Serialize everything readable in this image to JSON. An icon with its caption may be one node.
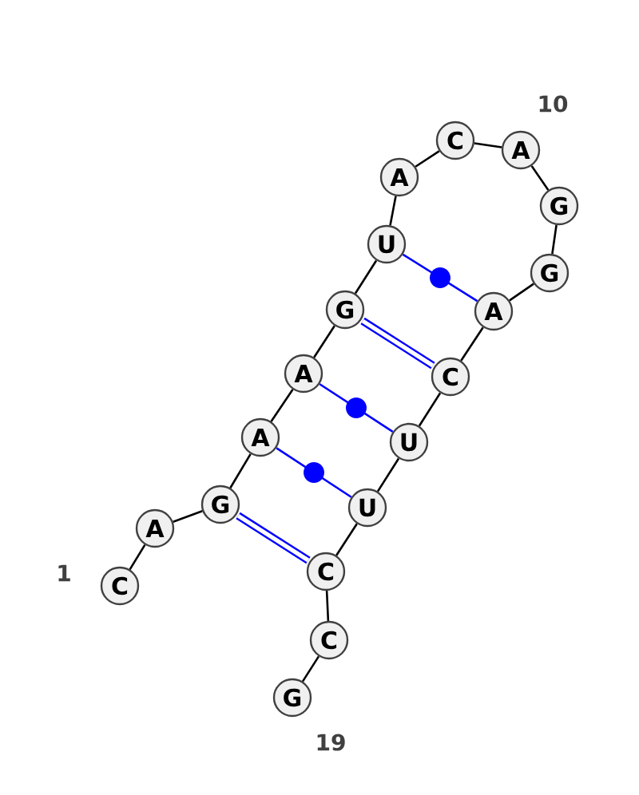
{
  "diagram": {
    "nodes": [
      {
        "text": [
          "C"
        ]
      },
      {
        "text": [
          "A"
        ]
      },
      {
        "text": [
          "G"
        ]
      },
      {
        "text": [
          "A"
        ]
      },
      {
        "text": [
          "A"
        ]
      },
      {
        "text": [
          "G"
        ]
      },
      {
        "text": [
          "U"
        ]
      },
      {
        "text": [
          "A"
        ]
      },
      {
        "text": [
          "C"
        ]
      },
      {
        "text": [
          "A"
        ]
      },
      {
        "text": [
          "G"
        ]
      },
      {
        "text": [
          "G"
        ]
      },
      {
        "text": [
          "A"
        ]
      },
      {
        "text": [
          "C"
        ]
      },
      {
        "text": [
          "U"
        ]
      },
      {
        "text": [
          "U"
        ]
      },
      {
        "text": [
          "C"
        ]
      },
      {
        "text": [
          "C"
        ]
      },
      {
        "text": [
          "G"
        ]
      }
    ],
    "edges": [
      {
        "from": 0,
        "to": 1,
        "arrow": "none"
      },
      {
        "from": 1,
        "to": 2,
        "arrow": "none"
      },
      {
        "from": 2,
        "to": 3,
        "arrow": "none"
      },
      {
        "from": 3,
        "to": 4,
        "arrow": "none"
      },
      {
        "from": 4,
        "to": 5,
        "arrow": "none"
      },
      {
        "from": 5,
        "to": 6,
        "arrow": "none"
      },
      {
        "from": 6,
        "to": 7,
        "arrow": "none"
      },
      {
        "from": 7,
        "to": 8,
        "arrow": "none"
      },
      {
        "from": 8,
        "to": 9,
        "arrow": "none"
      },
      {
        "from": 9,
        "to": 10,
        "arrow": "none"
      },
      {
        "from": 10,
        "to": 11,
        "arrow": "none"
      },
      {
        "from": 11,
        "to": 12,
        "arrow": "none"
      },
      {
        "from": 12,
        "to": 13,
        "arrow": "none"
      },
      {
        "from": 13,
        "to": 14,
        "arrow": "none"
      },
      {
        "from": 14,
        "to": 15,
        "arrow": "none"
      },
      {
        "from": 15,
        "to": 16,
        "arrow": "none"
      },
      {
        "from": 16,
        "to": 17,
        "arrow": "none"
      },
      {
        "from": 17,
        "to": 18,
        "arrow": "none"
      },
      {
        "from": 2,
        "to": 16,
        "arrow": "none",
        "style": "thick",
        "color": "#0000ff"
      },
      {
        "from": 3,
        "to": 15,
        "arrow": "none",
        "color": "#0000ff"
      },
      {
        "from": 4,
        "to": 14,
        "arrow": "none",
        "color": "#0000ff"
      },
      {
        "from": 5,
        "to": 13,
        "arrow": "none",
        "style": "thick",
        "color": "#0000ff"
      },
      {
        "from": 6,
        "to": 12,
        "arrow": "none",
        "color": "#0000ff"
      }
    ],
    "labels": [
      "10",
      "1",
      "19"
    ]
  }
}
